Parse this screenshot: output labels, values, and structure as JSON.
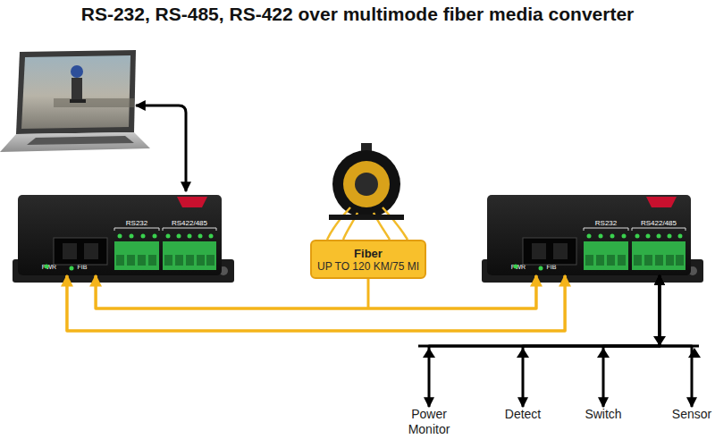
{
  "diagram": {
    "title": "RS-232, RS-485, RS-422 over multimode fiber media converter",
    "nodes": [
      {
        "text": [
          "RS232",
          "RS422/485",
          "PWR",
          "FIB"
        ]
      },
      {
        "text": [
          "Fiber",
          "UP TO 120 KM/75 MI"
        ]
      },
      {
        "text": [
          "RS232",
          "RS422/485",
          "PWR",
          "FIB"
        ]
      },
      {
        "text": [
          "Power Monitor"
        ]
      },
      {
        "text": [
          "Detect"
        ]
      },
      {
        "text": [
          "Switch"
        ]
      },
      {
        "text": [
          "Sensor"
        ]
      }
    ],
    "edges": [
      {
        "from": 0,
        "to": 2,
        "arrow": "both"
      },
      {
        "from": 0,
        "to": 2,
        "arrow": "both"
      },
      {
        "from": 2,
        "to": 3,
        "arrow": "both"
      },
      {
        "from": 2,
        "to": 4,
        "arrow": "both"
      },
      {
        "from": 2,
        "to": 5,
        "arrow": "both"
      },
      {
        "from": 2,
        "to": 6,
        "arrow": "both"
      }
    ]
  }
}
